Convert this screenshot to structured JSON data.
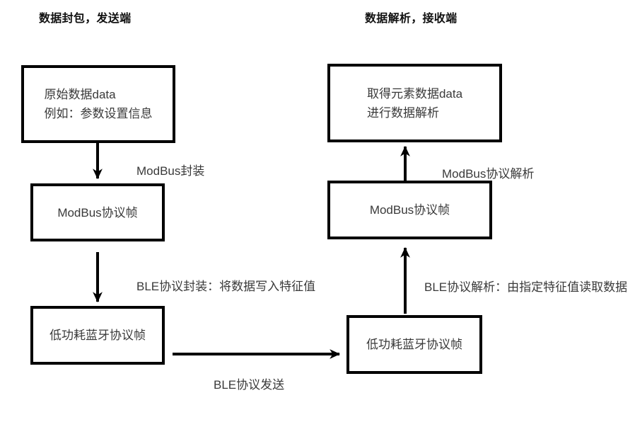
{
  "page": {
    "background": "#ffffff",
    "stroke_color": "#000000",
    "text_color": "#3a3a3a",
    "title_color": "#111111"
  },
  "diagram": {
    "left": {
      "title": "数据封包，发送端",
      "boxes": {
        "source": {
          "line1": "原始数据data",
          "line2": "例如：参数设置信息"
        },
        "modbus_frame": {
          "line1": "ModBus协议帧"
        },
        "ble_frame": {
          "line1": "低功耗蓝牙协议帧"
        }
      },
      "labels": {
        "modbus_pack": "ModBus封装",
        "ble_pack": "BLE协议封装：将数据写入特征值",
        "ble_send": "BLE协议发送"
      }
    },
    "right": {
      "title": "数据解析，接收端",
      "boxes": {
        "result": {
          "line1": "取得元素数据data",
          "line2": "进行数据解析"
        },
        "modbus_frame": {
          "line1": "ModBus协议帧"
        },
        "ble_frame": {
          "line1": "低功耗蓝牙协议帧"
        }
      },
      "labels": {
        "modbus_parse": "ModBus协议解析",
        "ble_parse": "BLE协议解析：由指定特征值读取数据"
      }
    }
  }
}
